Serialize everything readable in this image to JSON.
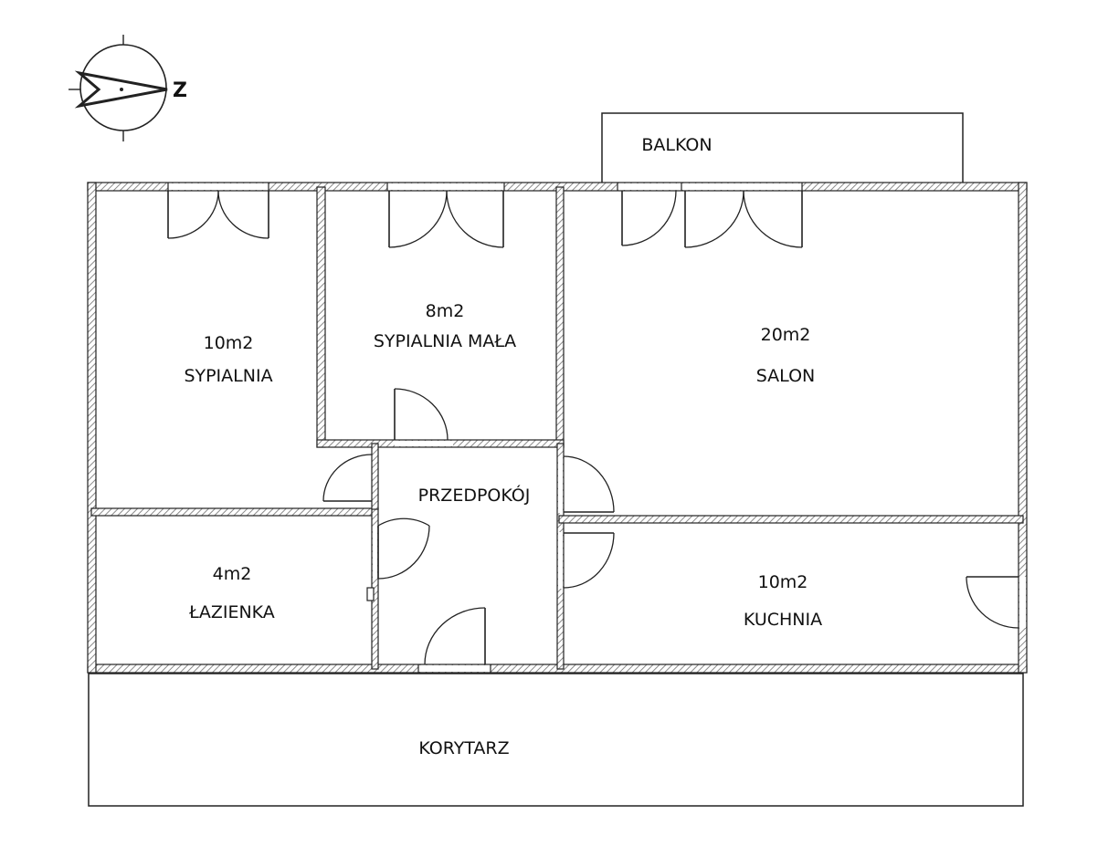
{
  "compass": {
    "north_label": "Z",
    "icon": "north-arrow-icon"
  },
  "rooms": {
    "sypialnia": {
      "area": "10m2",
      "name": "SYPIALNIA"
    },
    "sypialnia_mala": {
      "area": "8m2",
      "name": "SYPIALNIA MAŁA"
    },
    "salon": {
      "area": "20m2",
      "name": "SALON"
    },
    "przedpokoj": {
      "name": "PRZEDPOKÓJ"
    },
    "lazienka": {
      "area": "4m2",
      "name": "ŁAZIENKA"
    },
    "kuchnia": {
      "area": "10m2",
      "name": "KUCHNIA"
    },
    "balkon": {
      "name": "BALKON"
    },
    "korytarz": {
      "name": "KORYTARZ"
    }
  },
  "colors": {
    "line": "#222222",
    "hatch": "#8a8a8a",
    "background": "#ffffff"
  }
}
